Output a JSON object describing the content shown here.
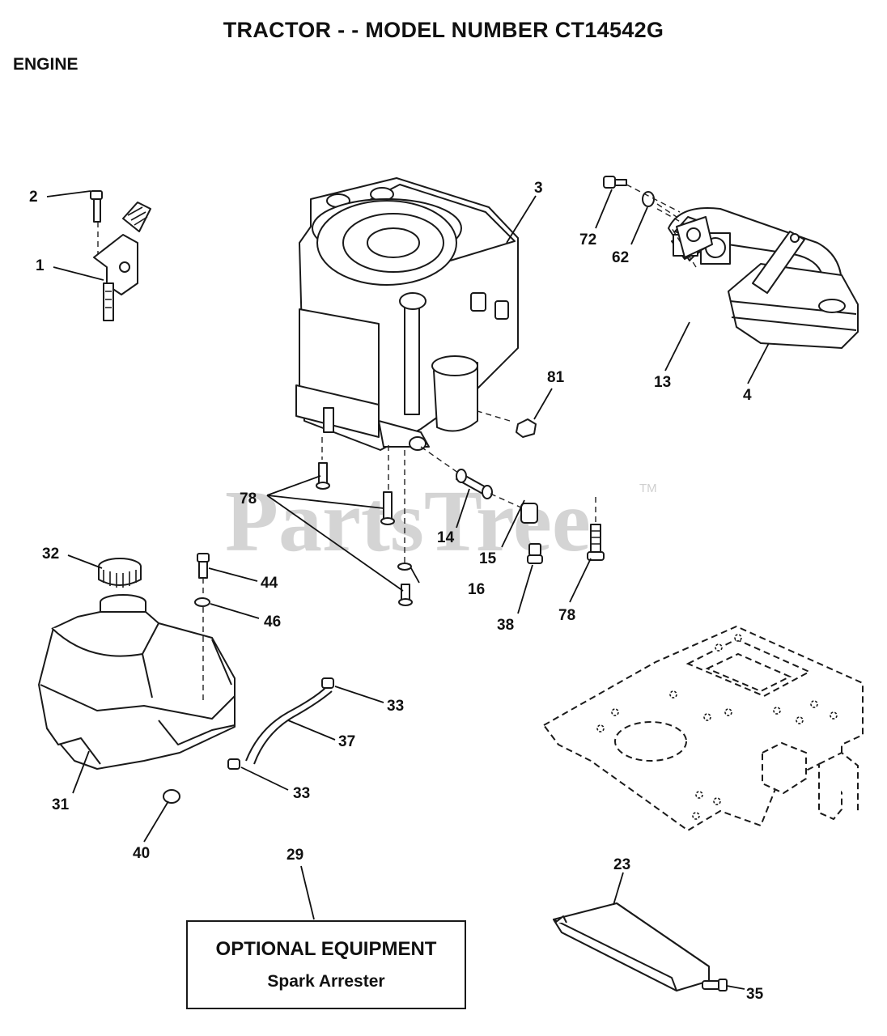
{
  "header": {
    "title": "TRACTOR - - MODEL NUMBER CT14542G",
    "section": "ENGINE"
  },
  "watermark": {
    "text": "PartsTree",
    "trademark": "TM"
  },
  "callouts": {
    "c1": "1",
    "c2": "2",
    "c3": "3",
    "c4": "4",
    "c13": "13",
    "c14": "14",
    "c15": "15",
    "c16": "16",
    "c23": "23",
    "c29": "29",
    "c31": "31",
    "c32": "32",
    "c33a": "33",
    "c33b": "33",
    "c35": "35",
    "c37": "37",
    "c38": "38",
    "c40": "40",
    "c44": "44",
    "c46": "46",
    "c62": "62",
    "c72": "72",
    "c78a": "78",
    "c78b": "78",
    "c81": "81"
  },
  "optional_equipment": {
    "title": "OPTIONAL EQUIPMENT",
    "item": "Spark Arrester"
  }
}
